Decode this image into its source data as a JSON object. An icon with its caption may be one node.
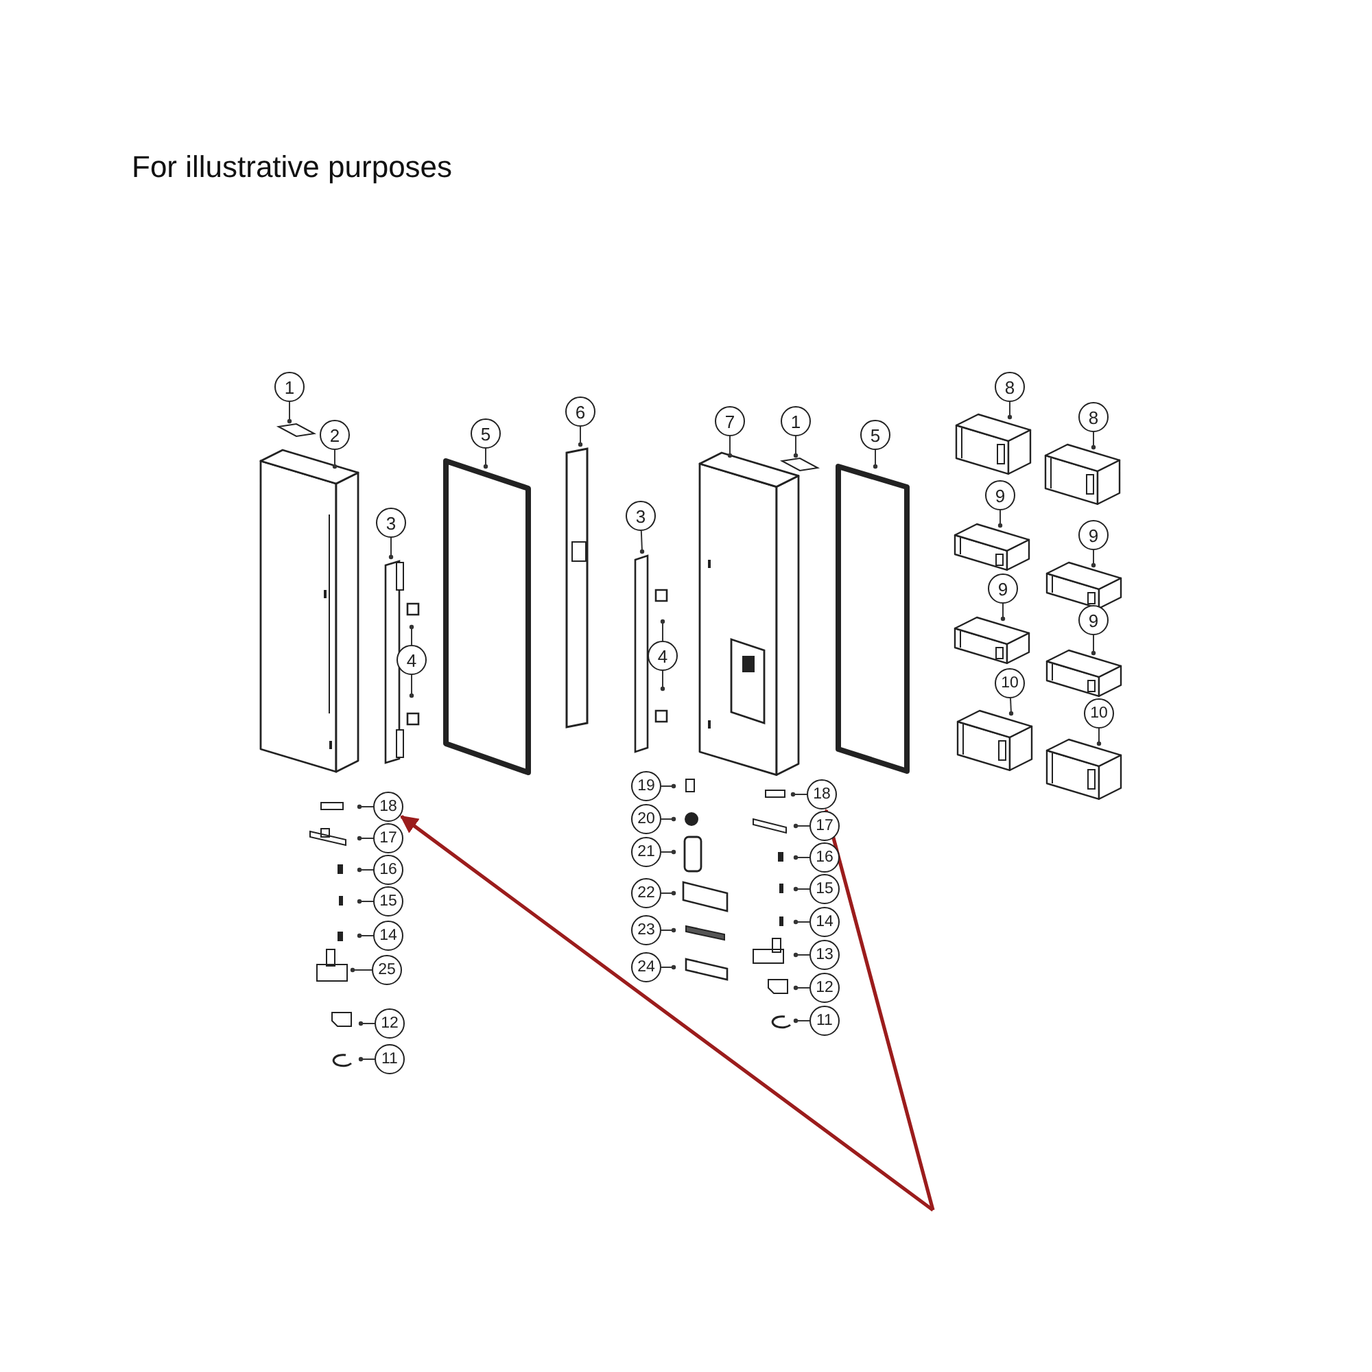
{
  "diagram": {
    "title": "For illustrative purposes",
    "nodes": [
      {
        "text": [
          "1"
        ]
      },
      {
        "text": [
          "2"
        ]
      },
      {
        "text": [
          "3"
        ]
      },
      {
        "text": [
          "4"
        ]
      },
      {
        "text": [
          "5"
        ]
      },
      {
        "text": [
          "6"
        ]
      },
      {
        "text": [
          "3"
        ]
      },
      {
        "text": [
          "4"
        ]
      },
      {
        "text": [
          "7"
        ]
      },
      {
        "text": [
          "1"
        ]
      },
      {
        "text": [
          "5"
        ]
      },
      {
        "text": [
          "8"
        ]
      },
      {
        "text": [
          "8"
        ]
      },
      {
        "text": [
          "9"
        ]
      },
      {
        "text": [
          "9"
        ]
      },
      {
        "text": [
          "9"
        ]
      },
      {
        "text": [
          "9"
        ]
      },
      {
        "text": [
          "10"
        ]
      },
      {
        "text": [
          "10"
        ]
      },
      {
        "text": [
          "18"
        ]
      },
      {
        "text": [
          "17"
        ]
      },
      {
        "text": [
          "16"
        ]
      },
      {
        "text": [
          "15"
        ]
      },
      {
        "text": [
          "14"
        ]
      },
      {
        "text": [
          "25"
        ]
      },
      {
        "text": [
          "12"
        ]
      },
      {
        "text": [
          "11"
        ]
      },
      {
        "text": [
          "19"
        ]
      },
      {
        "text": [
          "20"
        ]
      },
      {
        "text": [
          "21"
        ]
      },
      {
        "text": [
          "22"
        ]
      },
      {
        "text": [
          "23"
        ]
      },
      {
        "text": [
          "24"
        ]
      },
      {
        "text": [
          "18"
        ]
      },
      {
        "text": [
          "17"
        ]
      },
      {
        "text": [
          "16"
        ]
      },
      {
        "text": [
          "15"
        ]
      },
      {
        "text": [
          "14"
        ]
      },
      {
        "text": [
          "13"
        ]
      },
      {
        "text": [
          "12"
        ]
      },
      {
        "text": [
          "11"
        ]
      }
    ],
    "edges": [
      {
        "from": 0,
        "to": null,
        "arrow": "other"
      },
      {
        "from": 1,
        "to": null,
        "arrow": "other"
      },
      {
        "from": 2,
        "to": null,
        "arrow": "other"
      },
      {
        "from": 3,
        "to": null,
        "arrow": "other"
      },
      {
        "from": 3,
        "to": null,
        "arrow": "other"
      },
      {
        "from": 4,
        "to": null,
        "arrow": "other"
      },
      {
        "from": 5,
        "to": null,
        "arrow": "other"
      },
      {
        "from": 6,
        "to": null,
        "arrow": "other"
      },
      {
        "from": 7,
        "to": null,
        "arrow": "other"
      },
      {
        "from": 7,
        "to": null,
        "arrow": "other"
      },
      {
        "from": 8,
        "to": null,
        "arrow": "other"
      },
      {
        "from": 9,
        "to": null,
        "arrow": "other"
      },
      {
        "from": 10,
        "to": null,
        "arrow": "other"
      },
      {
        "from": 11,
        "to": null,
        "arrow": "other"
      },
      {
        "from": 12,
        "to": null,
        "arrow": "other"
      },
      {
        "from": 13,
        "to": null,
        "arrow": "other"
      },
      {
        "from": 14,
        "to": null,
        "arrow": "other"
      },
      {
        "from": 15,
        "to": null,
        "arrow": "other"
      },
      {
        "from": 16,
        "to": null,
        "arrow": "other"
      },
      {
        "from": 17,
        "to": null,
        "arrow": "other"
      },
      {
        "from": 18,
        "to": null,
        "arrow": "other"
      },
      {
        "from": 19,
        "to": null,
        "arrow": "other"
      },
      {
        "from": 20,
        "to": null,
        "arrow": "other"
      },
      {
        "from": 21,
        "to": null,
        "arrow": "other"
      },
      {
        "from": 22,
        "to": null,
        "arrow": "other"
      },
      {
        "from": 23,
        "to": null,
        "arrow": "other"
      },
      {
        "from": 24,
        "to": null,
        "arrow": "other"
      },
      {
        "from": 25,
        "to": null,
        "arrow": "other"
      },
      {
        "from": 26,
        "to": null,
        "arrow": "other"
      },
      {
        "from": 27,
        "to": null,
        "arrow": "other"
      },
      {
        "from": 28,
        "to": null,
        "arrow": "other"
      },
      {
        "from": 29,
        "to": null,
        "arrow": "other"
      },
      {
        "from": 30,
        "to": null,
        "arrow": "other"
      },
      {
        "from": 31,
        "to": null,
        "arrow": "other"
      },
      {
        "from": 32,
        "to": null,
        "arrow": "other"
      },
      {
        "from": 33,
        "to": null,
        "arrow": "other"
      },
      {
        "from": 34,
        "to": null,
        "arrow": "other"
      },
      {
        "from": 35,
        "to": null,
        "arrow": "other"
      },
      {
        "from": 36,
        "to": null,
        "arrow": "other"
      },
      {
        "from": 37,
        "to": null,
        "arrow": "other"
      },
      {
        "from": 38,
        "to": null,
        "arrow": "other"
      },
      {
        "from": 39,
        "to": null,
        "arrow": "other"
      },
      {
        "from": 40,
        "to": null,
        "arrow": "other"
      },
      {
        "from": null,
        "to": 19,
        "arrow": "to",
        "style": "thick",
        "color": "#9b1c1c"
      },
      {
        "from": null,
        "to": 33,
        "arrow": "to",
        "style": "thick",
        "color": "#9b1c1c"
      }
    ]
  }
}
